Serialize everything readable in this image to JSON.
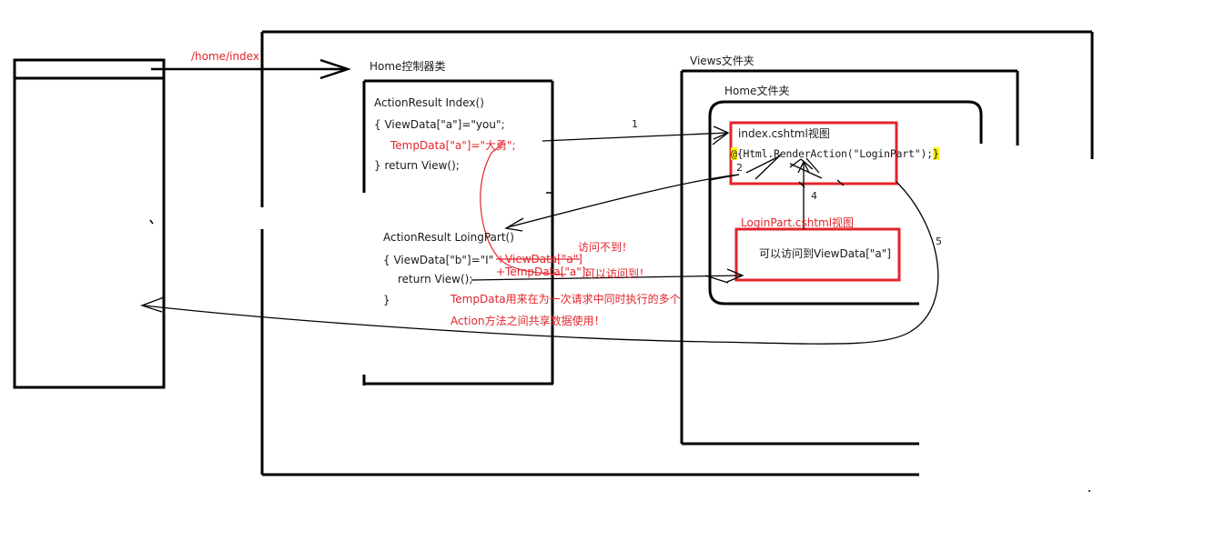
{
  "url_label": "/home/index",
  "controller": {
    "title": "Home控制器类",
    "index_action": {
      "signature": "ActionResult Index()",
      "line1": "{    ViewData[\"a\"]=\"you\";",
      "line2": "TempData[\"a\"]=\"大勇\";",
      "line3": "}    return View();"
    },
    "part_action": {
      "signature": "ActionResult  LoingPart()",
      "line1": "{    ViewData[\"b\"]=\"I\"",
      "line1_red": "+ViewData[\"a\"]",
      "line2": "return View();",
      "line2_red": "+TempData[\"a\"];",
      "line3": "}"
    }
  },
  "views": {
    "title": "Views文件夹",
    "home_folder": {
      "title": "Home文件夹",
      "index_view": {
        "title": "index.cshtml视图",
        "code_at": "@",
        "code_open": "{",
        "code_body": "Html.RenderAction(\"LoginPart\");",
        "code_close": "}"
      },
      "login_view": {
        "title": "LoginPart.cshtml视图",
        "content": "可以访问到ViewData[\"a\"]"
      }
    }
  },
  "annotations": {
    "no_access": "访问不到！",
    "can_access": "可以访问到！",
    "tempdata_note_1": "TempData用来在为一次请求中同时执行的多个",
    "tempdata_note_2": "Action方法之间共享数据使用！"
  },
  "step_numbers": {
    "s1": "1",
    "s2": "2",
    "s4": "4",
    "s5": "5"
  },
  "colors": {
    "ink": "#000000",
    "annotation_red": "#e3242b",
    "highlight": "#fff200",
    "string_red": "#c8241c"
  }
}
